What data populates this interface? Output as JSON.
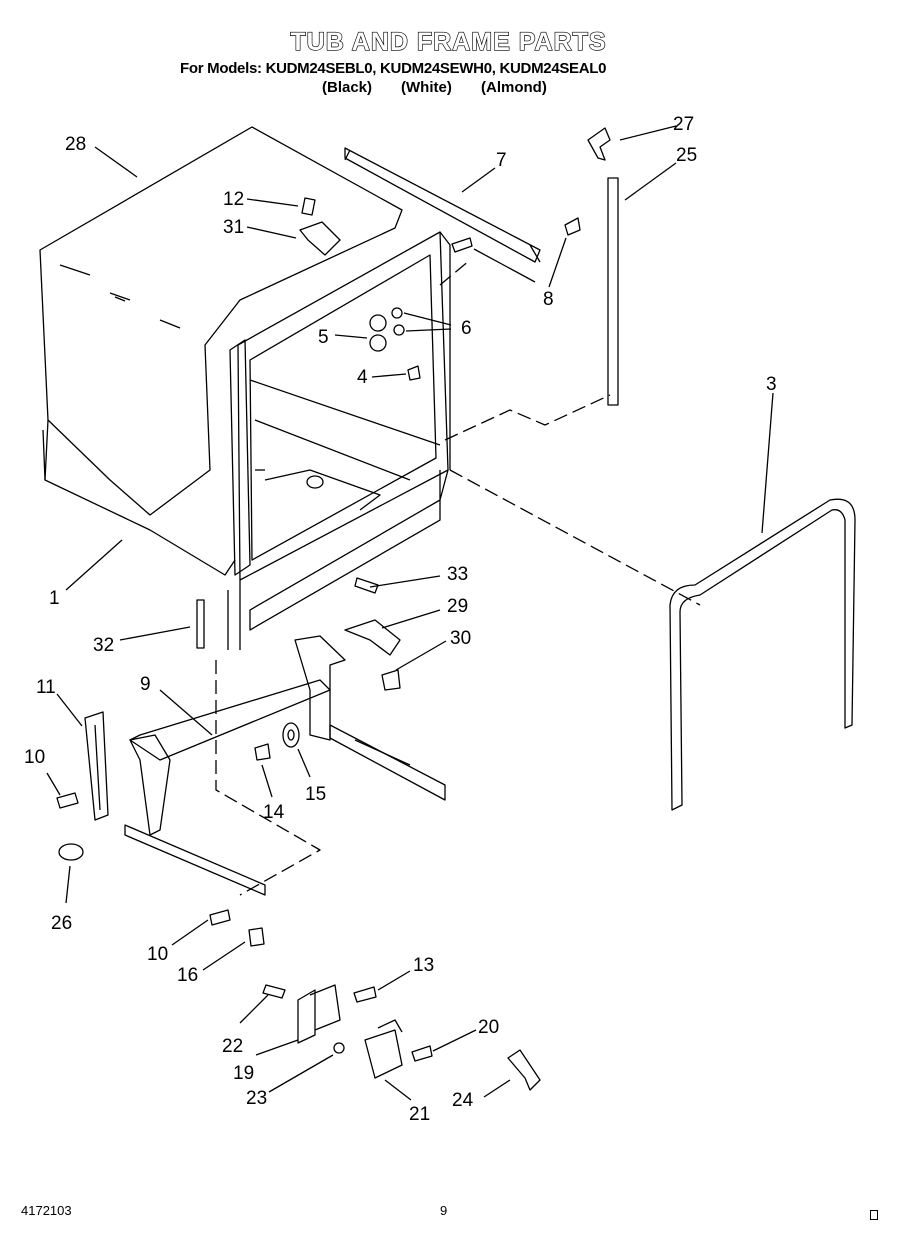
{
  "title": "TUB AND FRAME PARTS",
  "models_line": "For Models: KUDM24SEBL0, KUDM24SEWH0, KUDM24SEAL0",
  "color_labels": [
    "(Black)",
    "(White)",
    "(Almond)"
  ],
  "footer": {
    "doc_number": "4172103",
    "page_number": "9"
  },
  "part_numbers": [
    "28",
    "12",
    "31",
    "7",
    "27",
    "25",
    "8",
    "6",
    "5",
    "4",
    "3",
    "1",
    "33",
    "29",
    "32",
    "30",
    "11",
    "9",
    "10",
    "14",
    "15",
    "26",
    "10",
    "16",
    "13",
    "22",
    "20",
    "19",
    "23",
    "21",
    "24"
  ]
}
